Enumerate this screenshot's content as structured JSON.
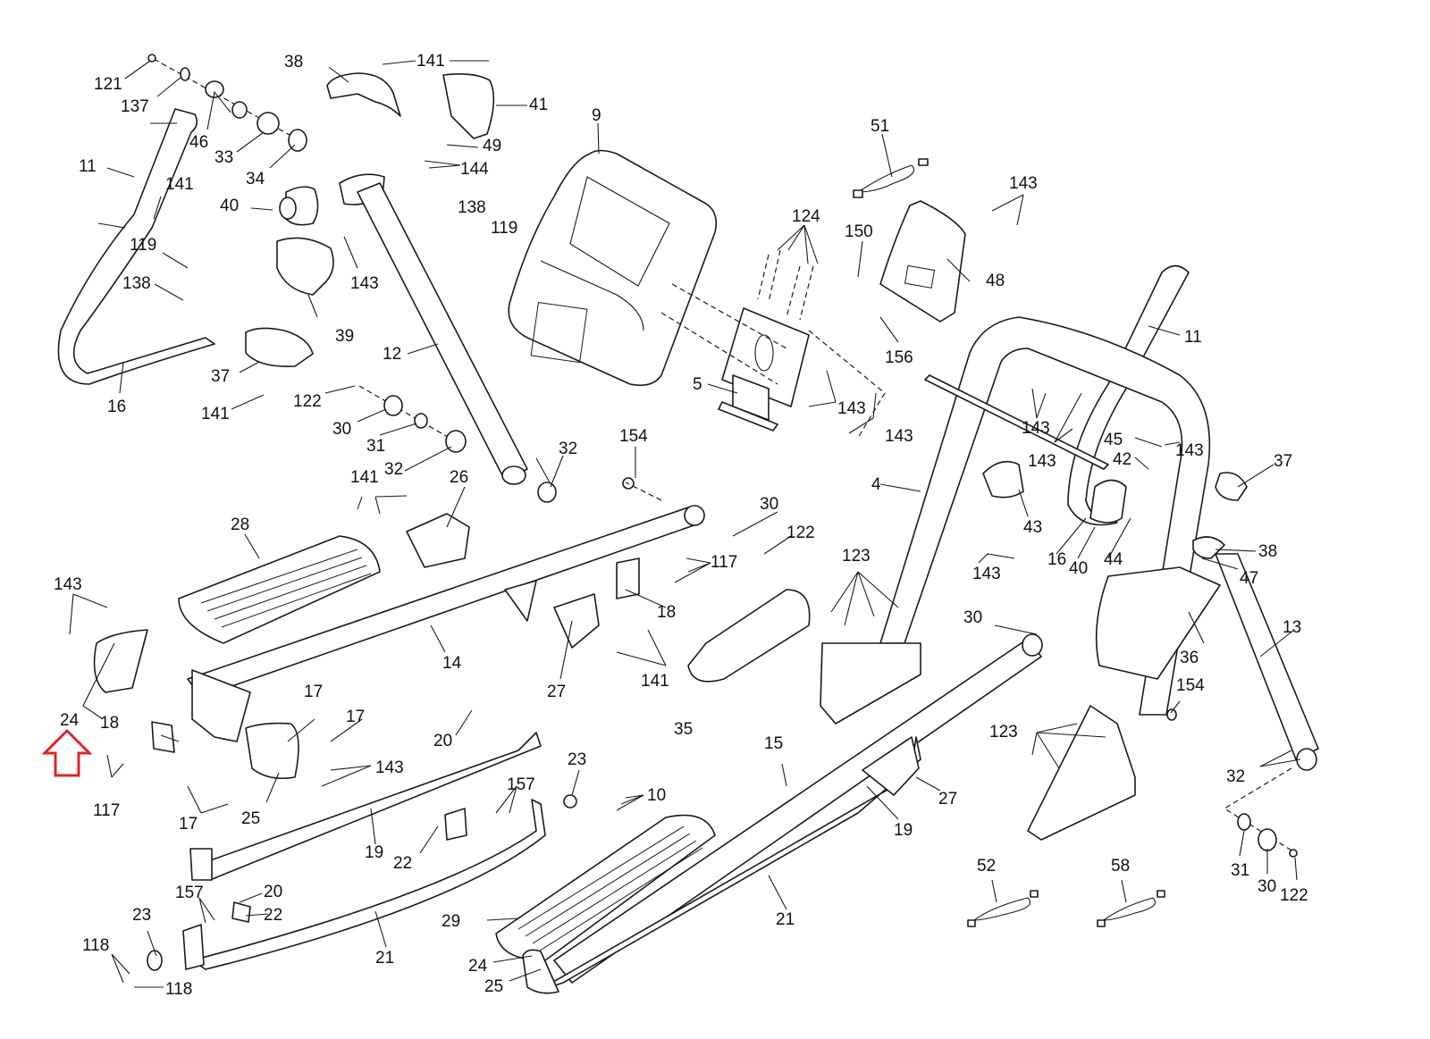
{
  "title": "Elliptical exploded parts diagram",
  "highlight": {
    "part": "24",
    "indicator": "red-up-arrow",
    "color": "#e02424"
  },
  "labels": [
    {
      "id": "l121",
      "text": "121",
      "part": "bolt"
    },
    {
      "id": "l137",
      "text": "137",
      "part": "washer"
    },
    {
      "id": "l46",
      "text": "46",
      "part": "bushing"
    },
    {
      "id": "l33",
      "text": "33",
      "part": "bearing"
    },
    {
      "id": "l34",
      "text": "34",
      "part": "bearing-cover"
    },
    {
      "id": "l38a",
      "text": "38",
      "part": "upper-body-arm-cover"
    },
    {
      "id": "l141a",
      "text": "141",
      "part": "screw"
    },
    {
      "id": "l41",
      "text": "41",
      "part": "console-arm-cover"
    },
    {
      "id": "l49",
      "text": "49",
      "part": "clip"
    },
    {
      "id": "l144",
      "text": "144",
      "part": "screw"
    },
    {
      "id": "l11a",
      "text": "11",
      "part": "left-handlebar"
    },
    {
      "id": "l141b",
      "text": "141",
      "part": "screw"
    },
    {
      "id": "l40a",
      "text": "40",
      "part": "pivot-cover"
    },
    {
      "id": "l138a",
      "text": "138",
      "part": "washer"
    },
    {
      "id": "l119a",
      "text": "119",
      "part": "bolt"
    },
    {
      "id": "l119b",
      "text": "119",
      "part": "bolt"
    },
    {
      "id": "l138b",
      "text": "138",
      "part": "washer"
    },
    {
      "id": "l143a",
      "text": "143",
      "part": "screw"
    },
    {
      "id": "l39",
      "text": "39",
      "part": "cover"
    },
    {
      "id": "l37a",
      "text": "37",
      "part": "cover"
    },
    {
      "id": "l12",
      "text": "12",
      "part": "upper-body-arm"
    },
    {
      "id": "l16a",
      "text": "16",
      "part": "lower-handlebar"
    },
    {
      "id": "l141c",
      "text": "141",
      "part": "screw"
    },
    {
      "id": "l122a",
      "text": "122",
      "part": "bolt"
    },
    {
      "id": "l30a",
      "text": "30",
      "part": "washer"
    },
    {
      "id": "l31a",
      "text": "31",
      "part": "washer"
    },
    {
      "id": "l32a",
      "text": "32",
      "part": "bushing"
    },
    {
      "id": "l9",
      "text": "9",
      "part": "console"
    },
    {
      "id": "l51",
      "text": "51",
      "part": "wire"
    },
    {
      "id": "l143b",
      "text": "143",
      "part": "screw"
    },
    {
      "id": "l124",
      "text": "124",
      "part": "bolt"
    },
    {
      "id": "l150",
      "text": "150",
      "part": "wire"
    },
    {
      "id": "l48",
      "text": "48",
      "part": "console-base-cover"
    },
    {
      "id": "l156",
      "text": "156",
      "part": "screw"
    },
    {
      "id": "l5",
      "text": "5",
      "part": "console-mast"
    },
    {
      "id": "l143c",
      "text": "143",
      "part": "screw"
    },
    {
      "id": "l143d",
      "text": "143",
      "part": "screw"
    },
    {
      "id": "l11b",
      "text": "11",
      "part": "right-handlebar"
    },
    {
      "id": "l143e",
      "text": "143",
      "part": "screw"
    },
    {
      "id": "l143f",
      "text": "143",
      "part": "screw"
    },
    {
      "id": "l45",
      "text": "45",
      "part": "bushing"
    },
    {
      "id": "l143g",
      "text": "143",
      "part": "screw"
    },
    {
      "id": "l42",
      "text": "42",
      "part": "clamp"
    },
    {
      "id": "l37b",
      "text": "37",
      "part": "cover"
    },
    {
      "id": "l4",
      "text": "4",
      "part": "frame-upright"
    },
    {
      "id": "l43",
      "text": "43",
      "part": "cover"
    },
    {
      "id": "l16b",
      "text": "16",
      "part": "lower-handlebar"
    },
    {
      "id": "l40b",
      "text": "40",
      "part": "pivot-cover"
    },
    {
      "id": "l44",
      "text": "44",
      "part": "clamp"
    },
    {
      "id": "l38b",
      "text": "38",
      "part": "cover"
    },
    {
      "id": "l47",
      "text": "47",
      "part": "cover"
    },
    {
      "id": "l143h",
      "text": "143",
      "part": "screw"
    },
    {
      "id": "l154a",
      "text": "154",
      "part": "o-ring"
    },
    {
      "id": "l32b",
      "text": "32",
      "part": "bushing"
    },
    {
      "id": "l141d",
      "text": "141",
      "part": "screw"
    },
    {
      "id": "l26",
      "text": "26",
      "part": "bracket-cover"
    },
    {
      "id": "l28",
      "text": "28",
      "part": "left-pedal"
    },
    {
      "id": "l30b",
      "text": "30",
      "part": "washer"
    },
    {
      "id": "l122b",
      "text": "122",
      "part": "bolt"
    },
    {
      "id": "l117a",
      "text": "117",
      "part": "bolt"
    },
    {
      "id": "l18a",
      "text": "18",
      "part": "bracket"
    },
    {
      "id": "l123a",
      "text": "123",
      "part": "bolt"
    },
    {
      "id": "l143i",
      "text": "143",
      "part": "screw"
    },
    {
      "id": "l24a",
      "text": "24",
      "part": "pedal-cover"
    },
    {
      "id": "l14",
      "text": "14",
      "part": "left-pedal-arm"
    },
    {
      "id": "l27a",
      "text": "27",
      "part": "bracket-cover"
    },
    {
      "id": "l141e",
      "text": "141",
      "part": "screw"
    },
    {
      "id": "l35",
      "text": "35",
      "part": "front-cover"
    },
    {
      "id": "l30c",
      "text": "30",
      "part": "washer"
    },
    {
      "id": "l36",
      "text": "36",
      "part": "rear-cover"
    },
    {
      "id": "l13",
      "text": "13",
      "part": "rear-leg"
    },
    {
      "id": "l154b",
      "text": "154",
      "part": "o-ring"
    },
    {
      "id": "l123b",
      "text": "123",
      "part": "bolt"
    },
    {
      "id": "l32c",
      "text": "32",
      "part": "bushing"
    },
    {
      "id": "l18b",
      "text": "18",
      "part": "bracket"
    },
    {
      "id": "l17a",
      "text": "17",
      "part": "screw"
    },
    {
      "id": "l17b",
      "text": "17",
      "part": "screw"
    },
    {
      "id": "l143j",
      "text": "143",
      "part": "screw"
    },
    {
      "id": "l117b",
      "text": "117",
      "part": "bolt"
    },
    {
      "id": "l17c",
      "text": "17",
      "part": "screw"
    },
    {
      "id": "l25a",
      "text": "25",
      "part": "pedal-cover"
    },
    {
      "id": "l20a",
      "text": "20",
      "part": "pad"
    },
    {
      "id": "l23a",
      "text": "23",
      "part": "plate"
    },
    {
      "id": "l157a",
      "text": "157",
      "part": "bolt"
    },
    {
      "id": "l10",
      "text": "10",
      "part": "bolt"
    },
    {
      "id": "l15",
      "text": "15",
      "part": "right-pedal-arm"
    },
    {
      "id": "l27b",
      "text": "27",
      "part": "bracket-cover"
    },
    {
      "id": "l19a",
      "text": "19",
      "part": "pedal-bracket"
    },
    {
      "id": "l22a",
      "text": "22",
      "part": "plate"
    },
    {
      "id": "l19b",
      "text": "19",
      "part": "pedal-bracket"
    },
    {
      "id": "l20b",
      "text": "20",
      "part": "pad"
    },
    {
      "id": "l157b",
      "text": "157",
      "part": "bolt"
    },
    {
      "id": "l22b",
      "text": "22",
      "part": "plate"
    },
    {
      "id": "l23b",
      "text": "23",
      "part": "plate"
    },
    {
      "id": "l118a",
      "text": "118",
      "part": "bolt"
    },
    {
      "id": "l118b",
      "text": "118",
      "part": "bolt"
    },
    {
      "id": "l21a",
      "text": "21",
      "part": "pedal-rail"
    },
    {
      "id": "l21b",
      "text": "21",
      "part": "pedal-rail"
    },
    {
      "id": "l29",
      "text": "29",
      "part": "right-pedal"
    },
    {
      "id": "l24b",
      "text": "24",
      "part": "pedal-cover"
    },
    {
      "id": "l25b",
      "text": "25",
      "part": "pedal-cover"
    },
    {
      "id": "l52",
      "text": "52",
      "part": "wire"
    },
    {
      "id": "l58",
      "text": "58",
      "part": "wire"
    },
    {
      "id": "l31b",
      "text": "31",
      "part": "washer"
    },
    {
      "id": "l30d",
      "text": "30",
      "part": "washer"
    },
    {
      "id": "l122c",
      "text": "122",
      "part": "bolt"
    }
  ]
}
